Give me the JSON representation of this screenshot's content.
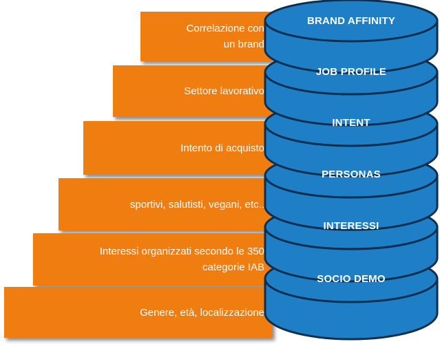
{
  "colors": {
    "step_fill": "#f07d10",
    "disc_fill": "#1e7fc6",
    "disc_stroke": "#0d2f4f",
    "text": "#ffffff"
  },
  "layers": [
    {
      "level": "BRAND AFFINITY",
      "description": [
        "Correlazione con",
        "un brand"
      ]
    },
    {
      "level": "JOB PROFILE",
      "description": [
        "Settore lavorativo"
      ]
    },
    {
      "level": "INTENT",
      "description": [
        "Intento di acquisto"
      ]
    },
    {
      "level": "PERSONAS",
      "description": [
        "sportivi, salutisti, vegani, etc.."
      ]
    },
    {
      "level": "INTERESSI",
      "description": [
        "Interessi organizzati secondo le 350",
        "categorie IAB"
      ]
    },
    {
      "level": "SOCIO DEMO",
      "description": [
        "Genere, età, localizzazione"
      ]
    }
  ]
}
